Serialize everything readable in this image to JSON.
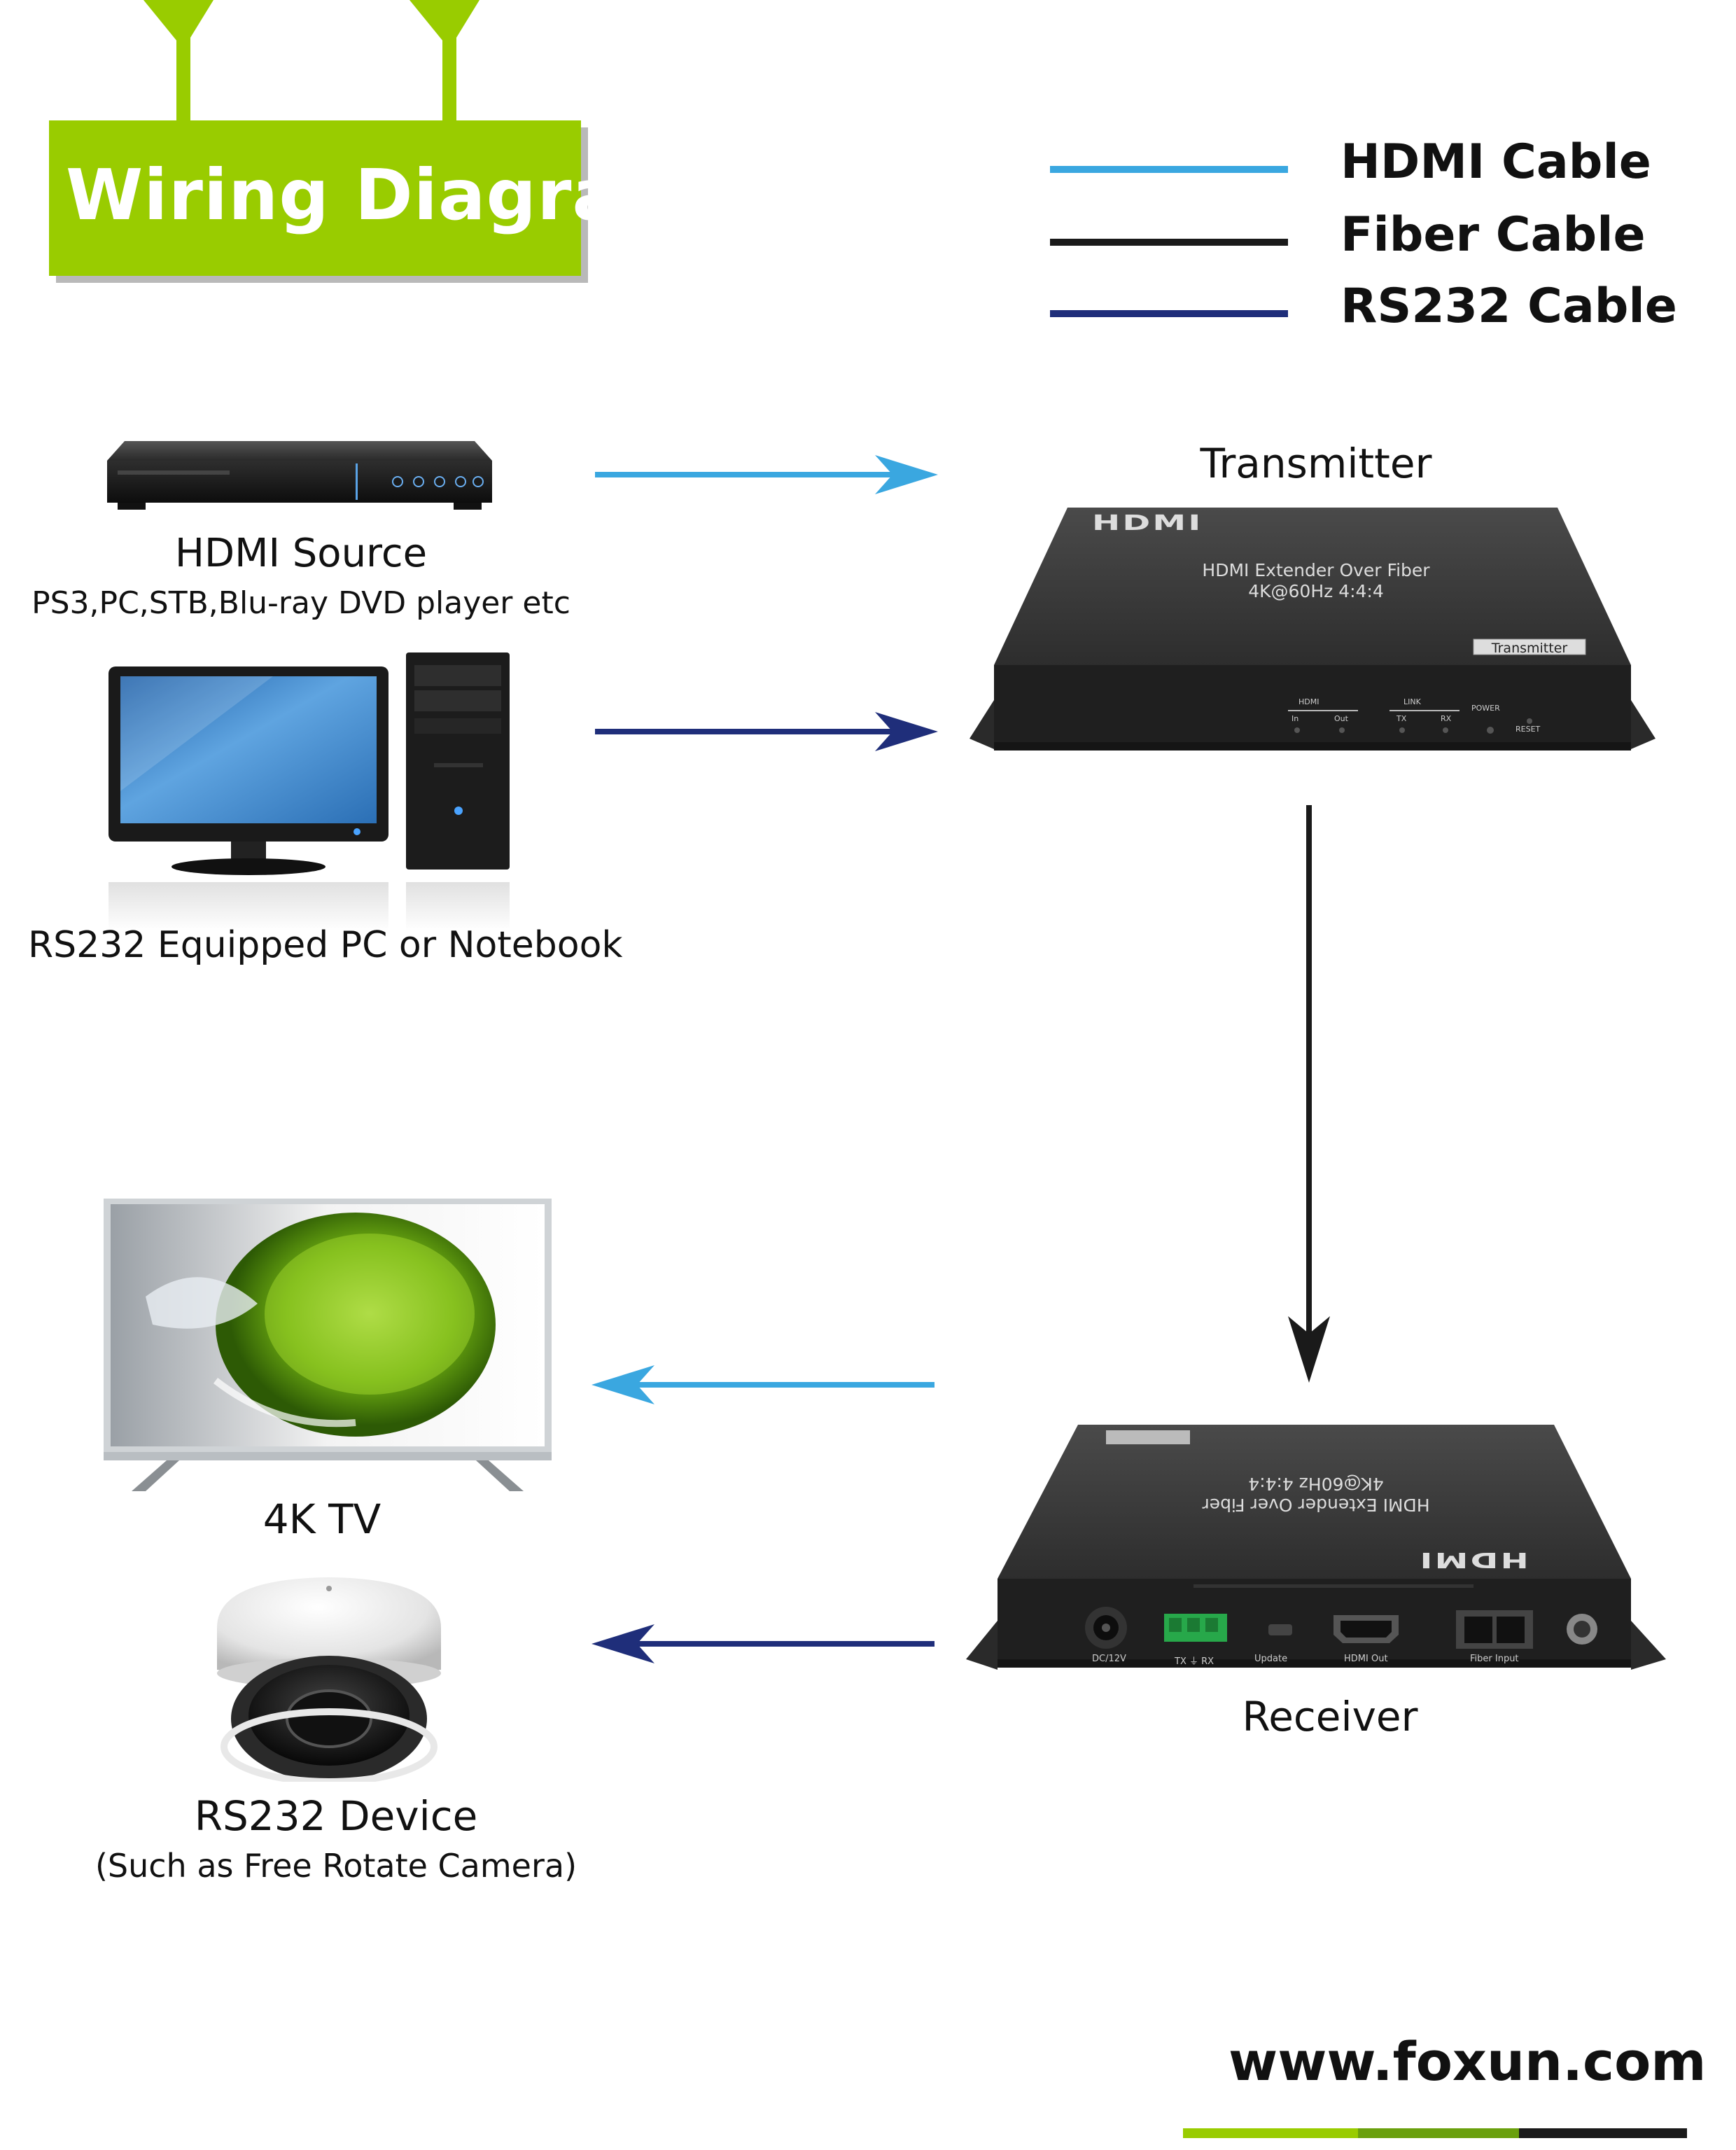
{
  "header": {
    "title": "Wiring Diagram"
  },
  "legend": [
    {
      "label": "HDMI Cable",
      "color": "#3aa7e0"
    },
    {
      "label": "Fiber Cable",
      "color": "#1a1a1a"
    },
    {
      "label": "RS232 Cable",
      "color": "#1f2e7a"
    }
  ],
  "sources": {
    "hdmi_title": "HDMI Source",
    "hdmi_sub": "PS3,PC,STB,Blu-ray DVD player etc",
    "pc_title": "RS232 Equipped PC or Notebook"
  },
  "transmitter": {
    "title": "Transmitter",
    "brand": "HDMI",
    "model_line1": "HDMI Extender Over Fiber",
    "model_line2": "4K@60Hz 4:4:4",
    "badge": "Transmitter",
    "port_hdmi": "HDMI",
    "port_in": "In",
    "port_out": "Out",
    "port_link": "LINK",
    "port_tx": "TX",
    "port_rx": "RX",
    "port_power": "POWER",
    "port_reset": "RESET"
  },
  "receiver": {
    "title": "Receiver",
    "brand": "HDMI",
    "model_line1": "HDMI Extender Over Fiber",
    "model_line2": "4K@60Hz 4:4:4",
    "port_dc": "DC/12V",
    "port_txrx": "TX ⏚ RX",
    "port_update": "Update",
    "port_hdmiout": "HDMI Out",
    "port_fiber": "Fiber Input"
  },
  "sinks": {
    "tv_title": "4K TV",
    "rs232_title": "RS232 Device",
    "rs232_sub": "(Such as Free Rotate Camera)"
  },
  "footer": {
    "url": "www.foxun.com"
  },
  "colors": {
    "accent": "#99cc00",
    "hdmi": "#3aa7e0",
    "fiber": "#1a1a1a",
    "rs232": "#1f2e7a"
  }
}
